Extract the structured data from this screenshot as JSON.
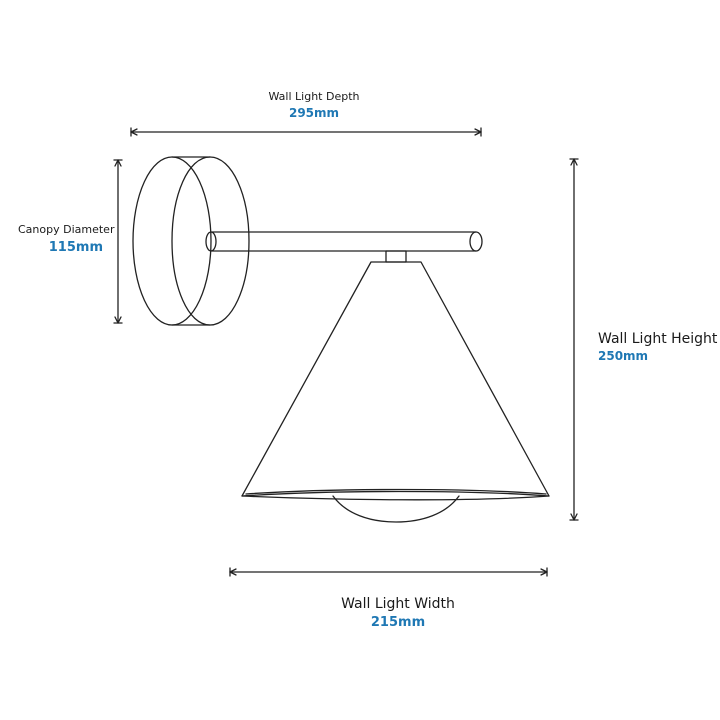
{
  "colors": {
    "line": "#222222",
    "value_text": "#1f78b4",
    "label_text": "#1a1a1a",
    "background": "#ffffff"
  },
  "dimensions": {
    "depth": {
      "label": "Wall Light Depth",
      "value": "295mm"
    },
    "canopy": {
      "label": "Canopy Diameter",
      "value": "115mm"
    },
    "height": {
      "label": "Wall Light Height",
      "value": "250mm"
    },
    "width": {
      "label": "Wall Light Width",
      "value": "215mm"
    }
  }
}
